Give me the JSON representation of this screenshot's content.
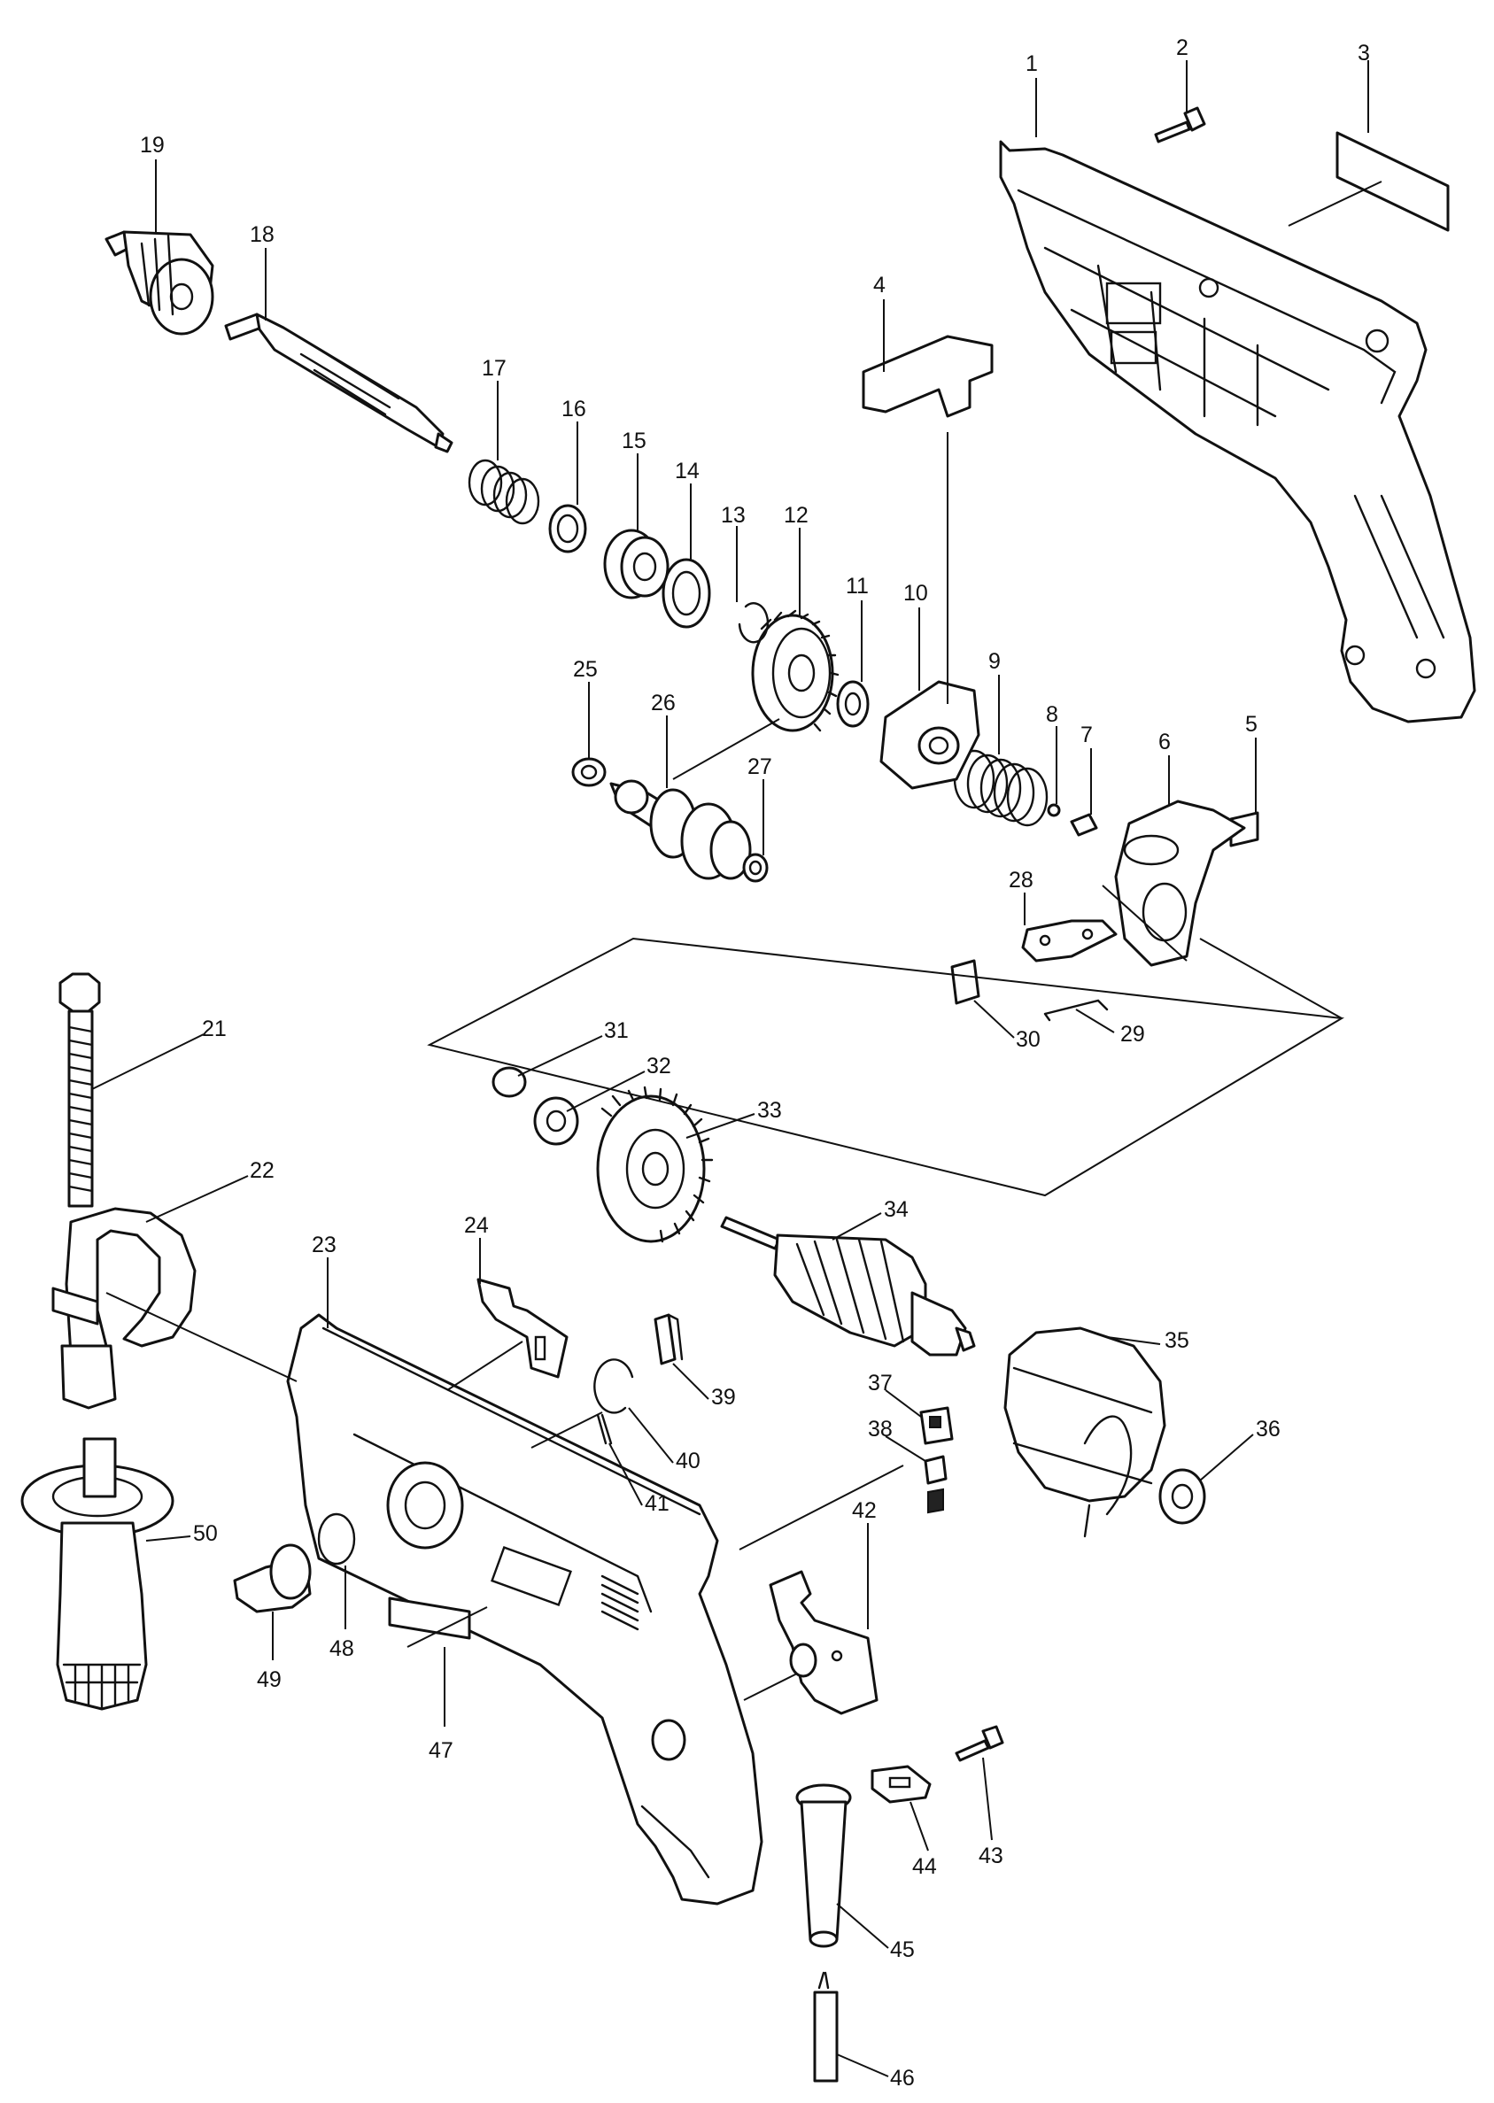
{
  "callouts": [
    "1",
    "2",
    "3",
    "4",
    "5",
    "6",
    "7",
    "8",
    "9",
    "10",
    "11",
    "12",
    "13",
    "14",
    "15",
    "16",
    "17",
    "18",
    "19",
    "21",
    "22",
    "23",
    "24",
    "25",
    "26",
    "27",
    "28",
    "29",
    "30",
    "31",
    "32",
    "33",
    "34",
    "35",
    "36",
    "37",
    "38",
    "39",
    "40",
    "41",
    "42",
    "43",
    "44",
    "45",
    "46",
    "47",
    "48",
    "49",
    "50"
  ]
}
